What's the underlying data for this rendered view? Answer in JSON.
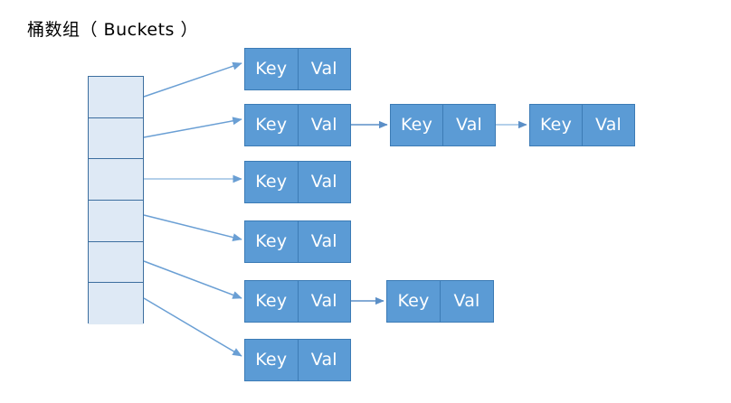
{
  "diagram": {
    "title": "桶数组（ Buckets ）",
    "type": "hash-table-separate-chaining",
    "colors": {
      "node_fill": "#5B9BD5",
      "node_border": "#3C7BB5",
      "node_text": "#FFFFFF",
      "bucket_fill": "#DEE9F5",
      "bucket_border": "#3C6E9F",
      "connector": "#6A9FD4",
      "background": "#FFFFFF"
    },
    "labels": {
      "key": "Key",
      "val": "Val"
    },
    "bucket_array": {
      "name": "bucket-array",
      "cell_count": 6,
      "cells": [
        {
          "index": 0,
          "chain_length": 1
        },
        {
          "index": 1,
          "chain_length": 3
        },
        {
          "index": 2,
          "chain_length": 1
        },
        {
          "index": 3,
          "chain_length": 1
        },
        {
          "index": 4,
          "chain_length": 2
        },
        {
          "index": 5,
          "chain_length": 1
        }
      ]
    },
    "chains": [
      {
        "bucket_index": 0,
        "nodes": [
          {
            "key": "Key",
            "val": "Val"
          }
        ]
      },
      {
        "bucket_index": 1,
        "nodes": [
          {
            "key": "Key",
            "val": "Val"
          },
          {
            "key": "Key",
            "val": "Val"
          },
          {
            "key": "Key",
            "val": "Val"
          }
        ]
      },
      {
        "bucket_index": 2,
        "nodes": [
          {
            "key": "Key",
            "val": "Val"
          }
        ]
      },
      {
        "bucket_index": 3,
        "nodes": [
          {
            "key": "Key",
            "val": "Val"
          }
        ]
      },
      {
        "bucket_index": 4,
        "nodes": [
          {
            "key": "Key",
            "val": "Val"
          },
          {
            "key": "Key",
            "val": "Val"
          }
        ]
      },
      {
        "bucket_index": 5,
        "nodes": [
          {
            "key": "Key",
            "val": "Val"
          }
        ]
      }
    ]
  }
}
